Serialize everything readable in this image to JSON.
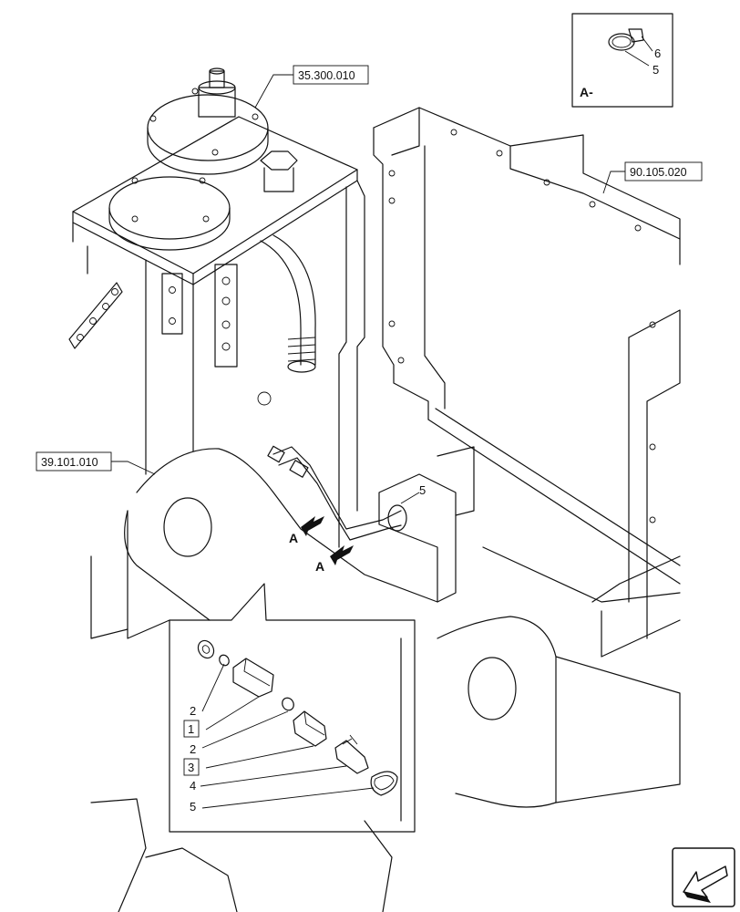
{
  "references": {
    "top_center": "35.300.010",
    "right": "90.105.020",
    "left": "39.101.010"
  },
  "detail_view": {
    "label": "A-",
    "callouts": [
      "6",
      "5"
    ]
  },
  "main_callouts": {
    "hose_clip": "5",
    "arrow_label_1": "A",
    "arrow_label_2": "A"
  },
  "inset_callouts": [
    {
      "text": "2",
      "boxed": false
    },
    {
      "text": "1",
      "boxed": true
    },
    {
      "text": "2",
      "boxed": false
    },
    {
      "text": "3",
      "boxed": true
    },
    {
      "text": "4",
      "boxed": false
    },
    {
      "text": "5",
      "boxed": false
    }
  ],
  "nav_icon": "direction-arrow-icon"
}
